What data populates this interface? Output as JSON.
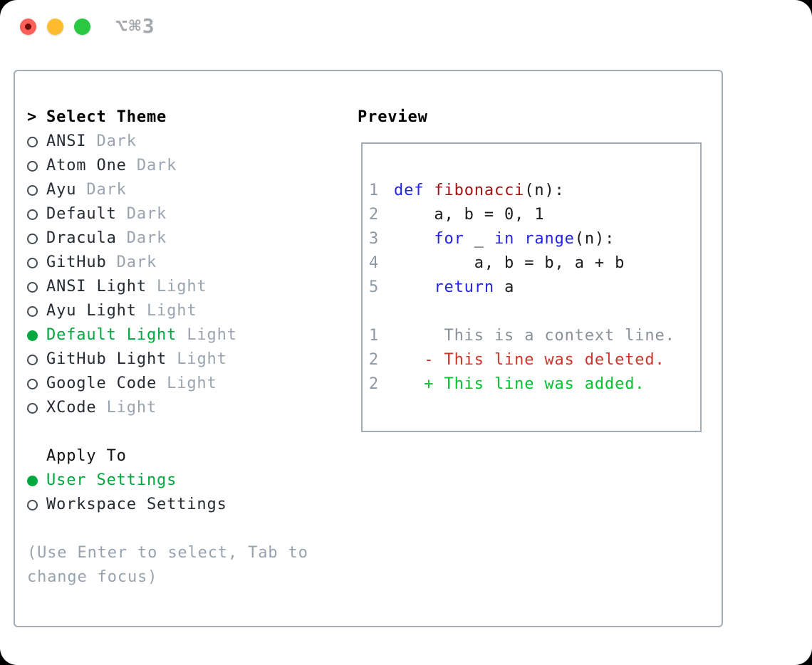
{
  "window": {
    "title": "⌥⌘3",
    "traffic_lights": [
      {
        "name": "close",
        "color": "#ff5f57"
      },
      {
        "name": "minimize",
        "color": "#febc2e"
      },
      {
        "name": "zoom",
        "color": "#28c840"
      }
    ]
  },
  "theme_selector": {
    "cursor": ">",
    "heading": "Select Theme",
    "items": [
      {
        "name": "ANSI",
        "tag": "Dark",
        "selected": false
      },
      {
        "name": "Atom One",
        "tag": "Dark",
        "selected": false
      },
      {
        "name": "Ayu",
        "tag": "Dark",
        "selected": false
      },
      {
        "name": "Default",
        "tag": "Dark",
        "selected": false
      },
      {
        "name": "Dracula",
        "tag": "Dark",
        "selected": false
      },
      {
        "name": "GitHub",
        "tag": "Dark",
        "selected": false
      },
      {
        "name": "ANSI Light",
        "tag": "Light",
        "selected": false
      },
      {
        "name": "Ayu Light",
        "tag": "Light",
        "selected": false
      },
      {
        "name": "Default Light",
        "tag": "Light",
        "selected": true
      },
      {
        "name": "GitHub Light",
        "tag": "Light",
        "selected": false
      },
      {
        "name": "Google Code",
        "tag": "Light",
        "selected": false
      },
      {
        "name": "XCode",
        "tag": "Light",
        "selected": false
      }
    ],
    "apply_to": {
      "heading": "Apply To",
      "options": [
        {
          "name": "User Settings",
          "selected": true
        },
        {
          "name": "Workspace Settings",
          "selected": false
        }
      ]
    },
    "hint_line1": "(Use Enter to select, Tab to",
    "hint_line2": "change focus)"
  },
  "preview": {
    "heading": "Preview",
    "lines": [
      {
        "num": "1",
        "segments": [
          {
            "t": "def",
            "c": "kw"
          },
          {
            "t": " "
          },
          {
            "t": "fibonacci",
            "c": "fn"
          },
          {
            "t": "(n):"
          }
        ]
      },
      {
        "num": "2",
        "segments": [
          {
            "t": "    a, b = 0, 1"
          }
        ]
      },
      {
        "num": "3",
        "segments": [
          {
            "t": "    "
          },
          {
            "t": "for",
            "c": "kw"
          },
          {
            "t": " _ "
          },
          {
            "t": "in",
            "c": "kw"
          },
          {
            "t": " "
          },
          {
            "t": "range",
            "c": "kw"
          },
          {
            "t": "(n):"
          }
        ]
      },
      {
        "num": "4",
        "segments": [
          {
            "t": "        a, b = b, a + b"
          }
        ]
      },
      {
        "num": "5",
        "segments": [
          {
            "t": "    "
          },
          {
            "t": "return",
            "c": "kw"
          },
          {
            "t": " a"
          }
        ]
      },
      {
        "num": "",
        "segments": []
      },
      {
        "num": "1",
        "segments": [
          {
            "t": "     This is a context line.",
            "c": "ctx"
          }
        ]
      },
      {
        "num": "2",
        "segments": [
          {
            "t": "   - This line was deleted.",
            "c": "del"
          }
        ]
      },
      {
        "num": "2",
        "segments": [
          {
            "t": "   + This line was added.",
            "c": "add"
          }
        ]
      }
    ]
  },
  "colors": {
    "selected_green": "#00a83e",
    "added_green": "#00c32e",
    "deleted_red": "#ce342a",
    "keyword_blue": "#2323e6",
    "function_red": "#a31515",
    "muted_gray": "#99a4b0",
    "line_number_gray": "#8d98a6",
    "panel_border_gray": "#a4adb6",
    "traffic_red": "#ff5f57",
    "traffic_yellow": "#febc2e",
    "traffic_green": "#28c840"
  }
}
